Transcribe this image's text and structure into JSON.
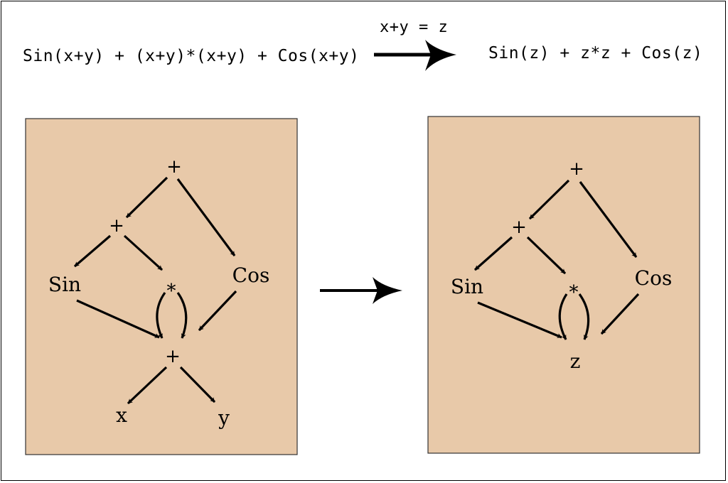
{
  "header": {
    "original_expression": "Sin(x+y) + (x+y)*(x+y) + Cos(x+y)",
    "substitution": "x+y = z",
    "result_expression": "Sin(z) + z*z + Cos(z)"
  },
  "left_tree": {
    "nodes": {
      "root": "+",
      "add_inner": "+",
      "sin": "Sin",
      "mul": "*",
      "cos": "Cos",
      "shared_add": "+",
      "x": "x",
      "y": "y"
    }
  },
  "right_tree": {
    "nodes": {
      "root": "+",
      "add_inner": "+",
      "sin": "Sin",
      "mul": "*",
      "cos": "Cos",
      "z": "z"
    }
  },
  "colors": {
    "panel": "#e8c9a9",
    "line": "#000000"
  }
}
